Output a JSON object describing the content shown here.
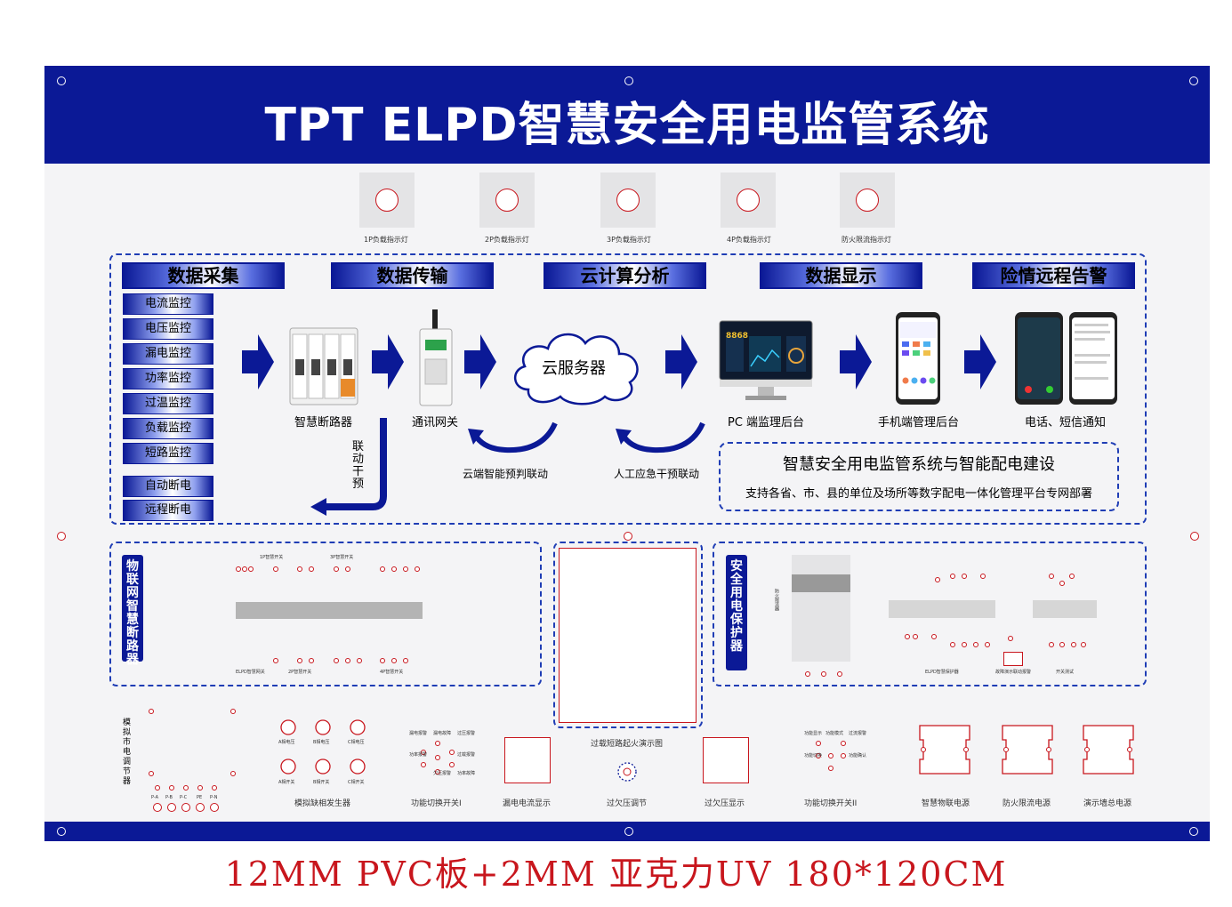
{
  "header": {
    "title": "TPT  ELPD智慧安全用电监管系统"
  },
  "lamps": [
    {
      "label": "1P负载指示灯"
    },
    {
      "label": "2P负载指示灯"
    },
    {
      "label": "3P负载指示灯"
    },
    {
      "label": "4P负载指示灯"
    },
    {
      "label": "防火限流指示灯"
    }
  ],
  "stages": [
    "数据采集",
    "数据传输",
    "云计算分析",
    "数据显示",
    "险情远程告警"
  ],
  "monitors": [
    "电流监控",
    "电压监控",
    "漏电监控",
    "功率监控",
    "过温监控",
    "负载监控",
    "短路监控"
  ],
  "actions": [
    "自动断电",
    "远程断电"
  ],
  "devices": {
    "breaker": "智慧断路器",
    "gateway": "通讯网关",
    "cloud": "云服务器",
    "pc": "PC 端监理后台",
    "mobile": "手机端管理后台",
    "alert": "电话、短信通知",
    "pc_screen_value": "8868"
  },
  "flows": {
    "linkage": "联动干预",
    "cloud_linkage": "云端智能预判联动",
    "manual_linkage": "人工应急干预联动"
  },
  "info_box": {
    "title": "智慧安全用电监管系统与智能配电建设",
    "subtitle": "支持各省、市、县的单位及场所等数字配电一体化管理平台专网部署"
  },
  "panels": {
    "iot_breaker": "物联网智慧断路器",
    "protector": "安全用电保护器",
    "iot_small_labels": [
      "1P智慧开关",
      "3P智慧开关",
      "ELPD智慧网关",
      "2P智慧开关",
      "4P智慧开关"
    ],
    "protector_small_labels": [
      "防火限流器",
      "ELPD智慧保护器",
      "故障演示联动报警",
      "开关测试"
    ]
  },
  "bottom": {
    "regulator": "模拟市电调节器",
    "regulator_knobs": [
      "P-A",
      "P-B",
      "P-C",
      "PE",
      "P-N"
    ],
    "phase_lamps": [
      "A相电压",
      "B相电压",
      "C相电压",
      "A相开关",
      "B相开关",
      "C相开关"
    ],
    "fault_gen": "模拟缺相发生器",
    "switch1": "功能切换开关I",
    "switch1_items": [
      "漏电报警",
      "漏电故障",
      "过压报警",
      "功率报警",
      "过载报警",
      "欠压报警",
      "功率故障"
    ],
    "leak_display": "漏电电流显示",
    "fire_demo": "过载短路起火演示图",
    "voltage_adjust": "过欠压调节",
    "voltage_display": "过欠压显示",
    "switch2": "功能切换开关II",
    "switch2_items": [
      "功能显示",
      "功能模式",
      "过流报警",
      "功能切换",
      "功能确认"
    ],
    "power1": "智慧物联电源",
    "power2": "防火限流电源",
    "power3": "演示墙总电源"
  },
  "footer": "12MM PVC板+2MM 亚克力UV 180*120CM",
  "colors": {
    "navy": "#0b1996",
    "red": "#c8161d",
    "board": "#f4f4f6"
  }
}
